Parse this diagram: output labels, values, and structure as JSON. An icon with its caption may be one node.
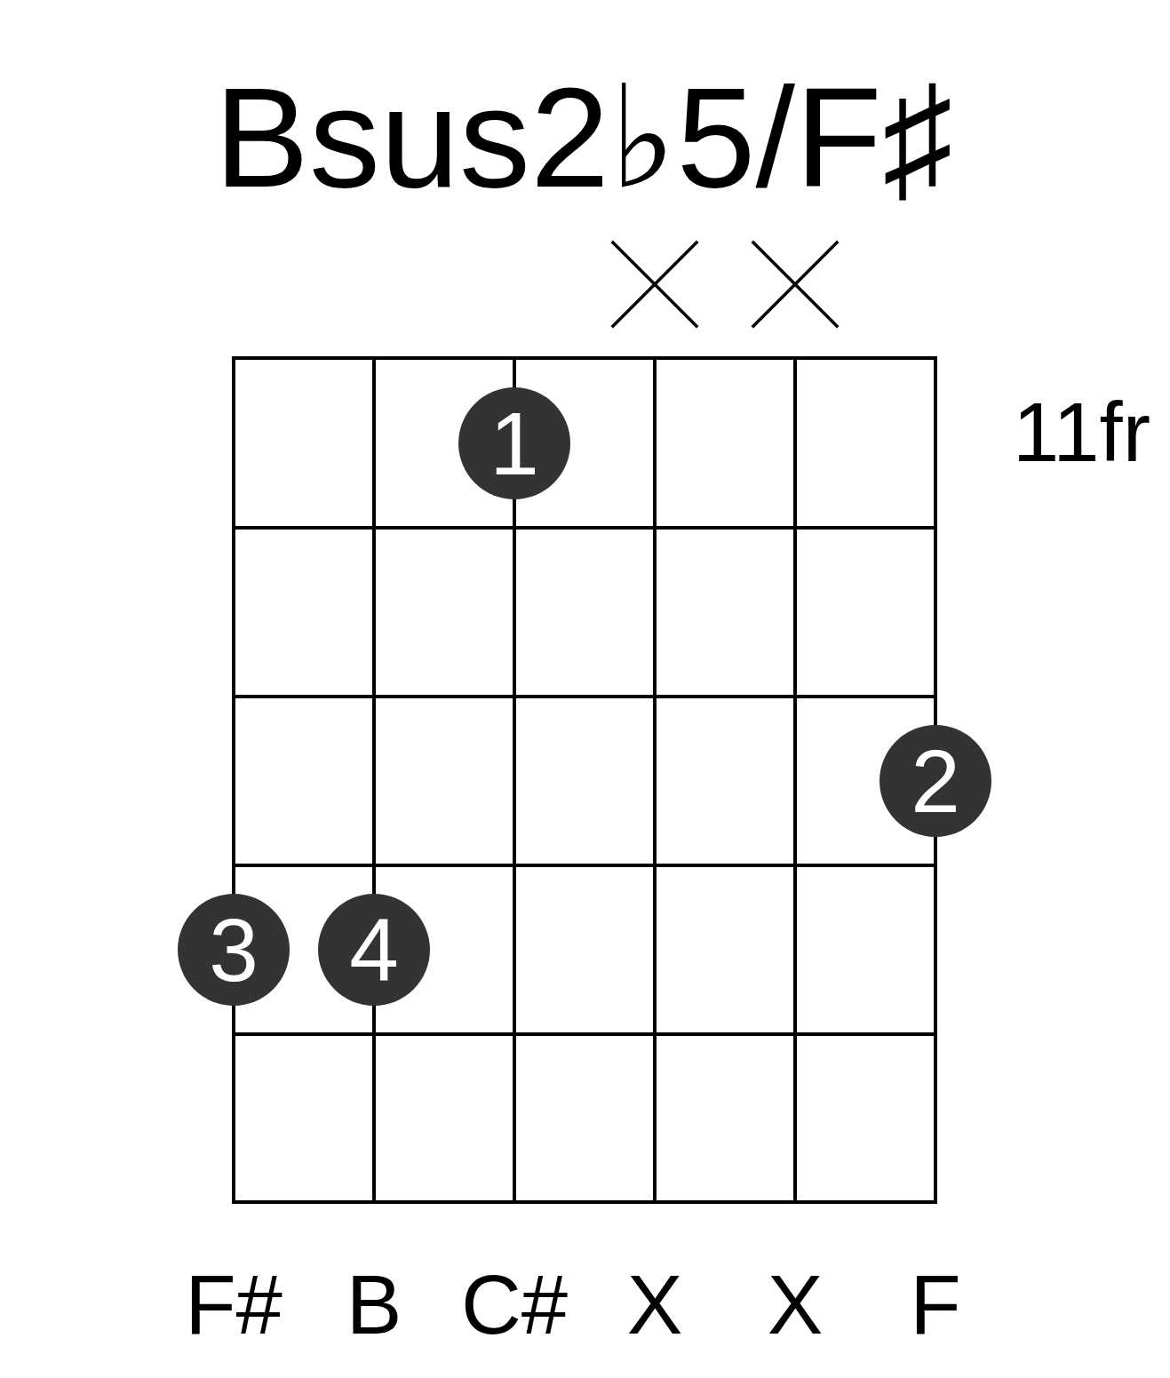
{
  "diagram": {
    "title": "Bsus2♭5/F♯",
    "nodes": [
      {
        "text": [
          "1"
        ]
      },
      {
        "text": [
          "2"
        ]
      },
      {
        "text": [
          "3"
        ]
      },
      {
        "text": [
          "4"
        ]
      }
    ],
    "labels": [
      "11fr",
      "F#",
      "B",
      "C#",
      "X",
      "X",
      "F"
    ]
  }
}
